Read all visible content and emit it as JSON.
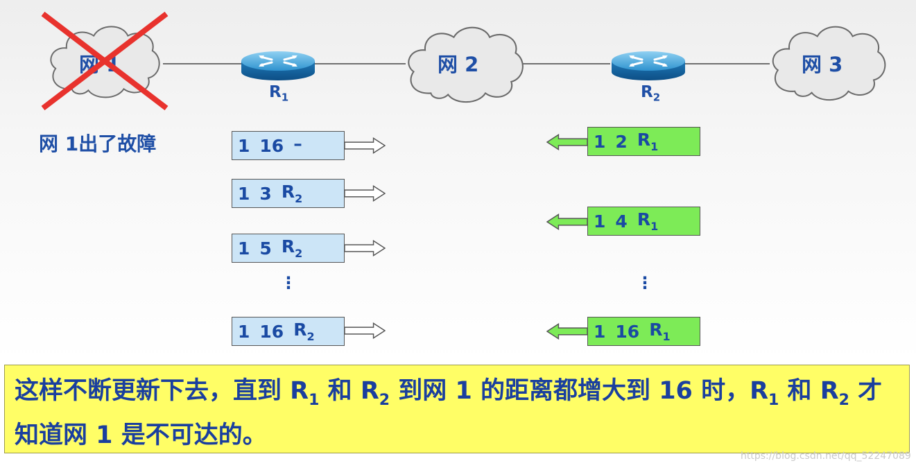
{
  "networks": [
    {
      "id": "net1",
      "label": "网 1"
    },
    {
      "id": "net2",
      "label": "网 2"
    },
    {
      "id": "net3",
      "label": "网 3"
    }
  ],
  "routers": [
    {
      "id": "r1",
      "name": "R",
      "sub": "1"
    },
    {
      "id": "r2",
      "name": "R",
      "sub": "2"
    }
  ],
  "fault_text": "网 1出了故障",
  "r1_updates": [
    {
      "net": "1",
      "dist": "16",
      "next": "–",
      "next_sub": ""
    },
    {
      "net": "1",
      "dist": "3",
      "next": "R",
      "next_sub": "2"
    },
    {
      "net": "1",
      "dist": "5",
      "next": "R",
      "next_sub": "2"
    },
    {
      "net": "1",
      "dist": "16",
      "next": "R",
      "next_sub": "2"
    }
  ],
  "r2_updates": [
    {
      "net": "1",
      "dist": "2",
      "next": "R",
      "next_sub": "1"
    },
    {
      "net": "1",
      "dist": "4",
      "next": "R",
      "next_sub": "1"
    },
    {
      "net": "1",
      "dist": "16",
      "next": "R",
      "next_sub": "1"
    }
  ],
  "ellipsis": "⋮",
  "caption": {
    "p1": "这样不断更新下去，直到 R",
    "s1": "1",
    "p2": " 和 R",
    "s2": "2",
    "p3": " 到网 1 的距离都增大到 16 时，R",
    "s3": "1",
    "p4": " 和 R",
    "s4": "2",
    "p5": " 才知道网 1 是不可达的。"
  },
  "watermark": "https://blog.csdn.net/qq_52247089",
  "colors": {
    "text_blue": "#1f4fa6",
    "blue_box": "#cce5f7",
    "green_box": "#7deb57",
    "caption_bg": "#fffe66",
    "cross": "#e8322d"
  },
  "icons": [
    "cloud-icon",
    "router-icon",
    "cross-out-icon",
    "arrow-right-icon",
    "arrow-left-icon"
  ]
}
